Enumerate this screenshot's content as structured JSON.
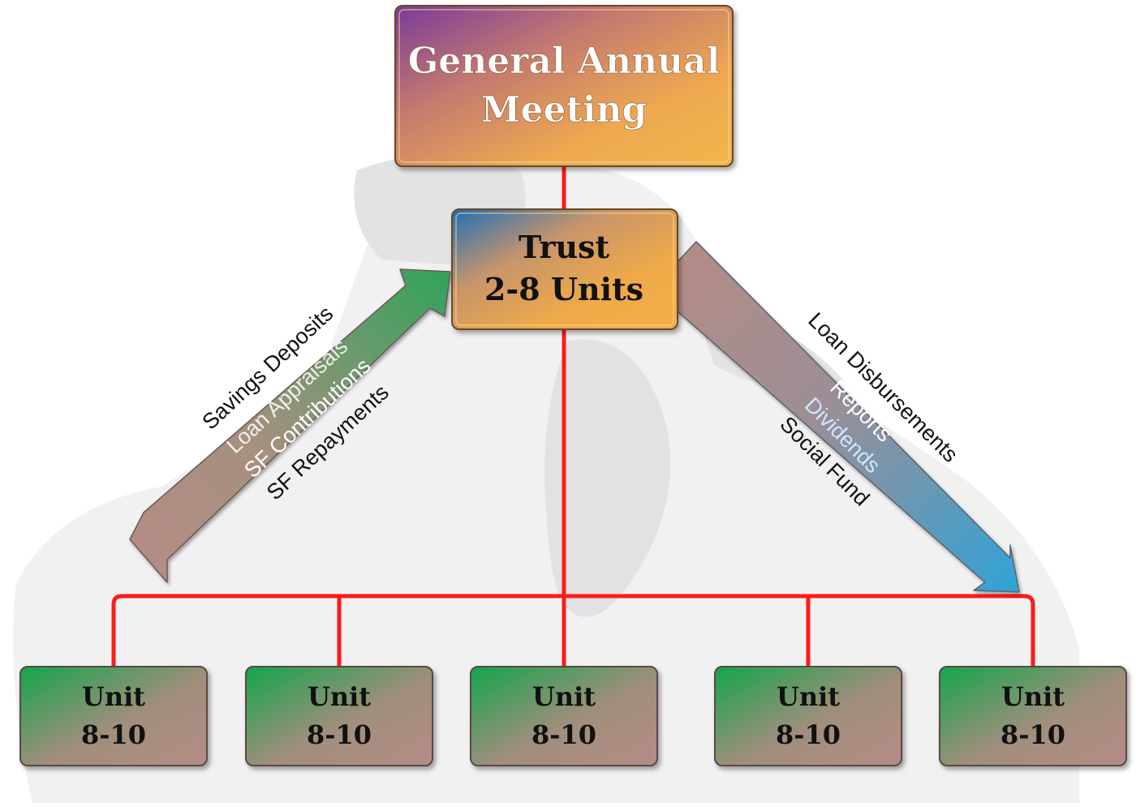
{
  "top_box": {
    "line1": "General Annual",
    "line2": "Meeting"
  },
  "middle_box": {
    "line1": "Trust",
    "line2": "2-8 Units"
  },
  "units": [
    {
      "line1": "Unit",
      "line2": "8-10"
    },
    {
      "line1": "Unit",
      "line2": "8-10"
    },
    {
      "line1": "Unit",
      "line2": "8-10"
    },
    {
      "line1": "Unit",
      "line2": "8-10"
    },
    {
      "line1": "Unit",
      "line2": "8-10"
    }
  ],
  "upward_flows": [
    "Savings Deposits",
    "Loan Appraisals",
    "SF Contributions",
    "SF Repayments"
  ],
  "downward_flows": [
    "Loan Disbursements",
    "Reports",
    "Dividends",
    "Social Fund"
  ],
  "colors": {
    "connector": "#ff1a1a",
    "unit_green": "#1aa84a",
    "unit_taupe": "#b08f86",
    "gam_purple": "#7a3a9a",
    "gam_orange": "#f2b64c",
    "trust_blue": "#1f6fb8",
    "trust_orange": "#f2ae48",
    "left_arrow_green": "#2fa35a",
    "right_arrow_blue": "#2fa3d8",
    "label_dark": "#111111",
    "label_white": "#ffffff",
    "label_pale_blue": "#cfe6ff"
  },
  "icons": {
    "background": "world-map-watermark",
    "left_arrow": "up-right-arrow",
    "right_arrow": "down-right-arrow"
  }
}
